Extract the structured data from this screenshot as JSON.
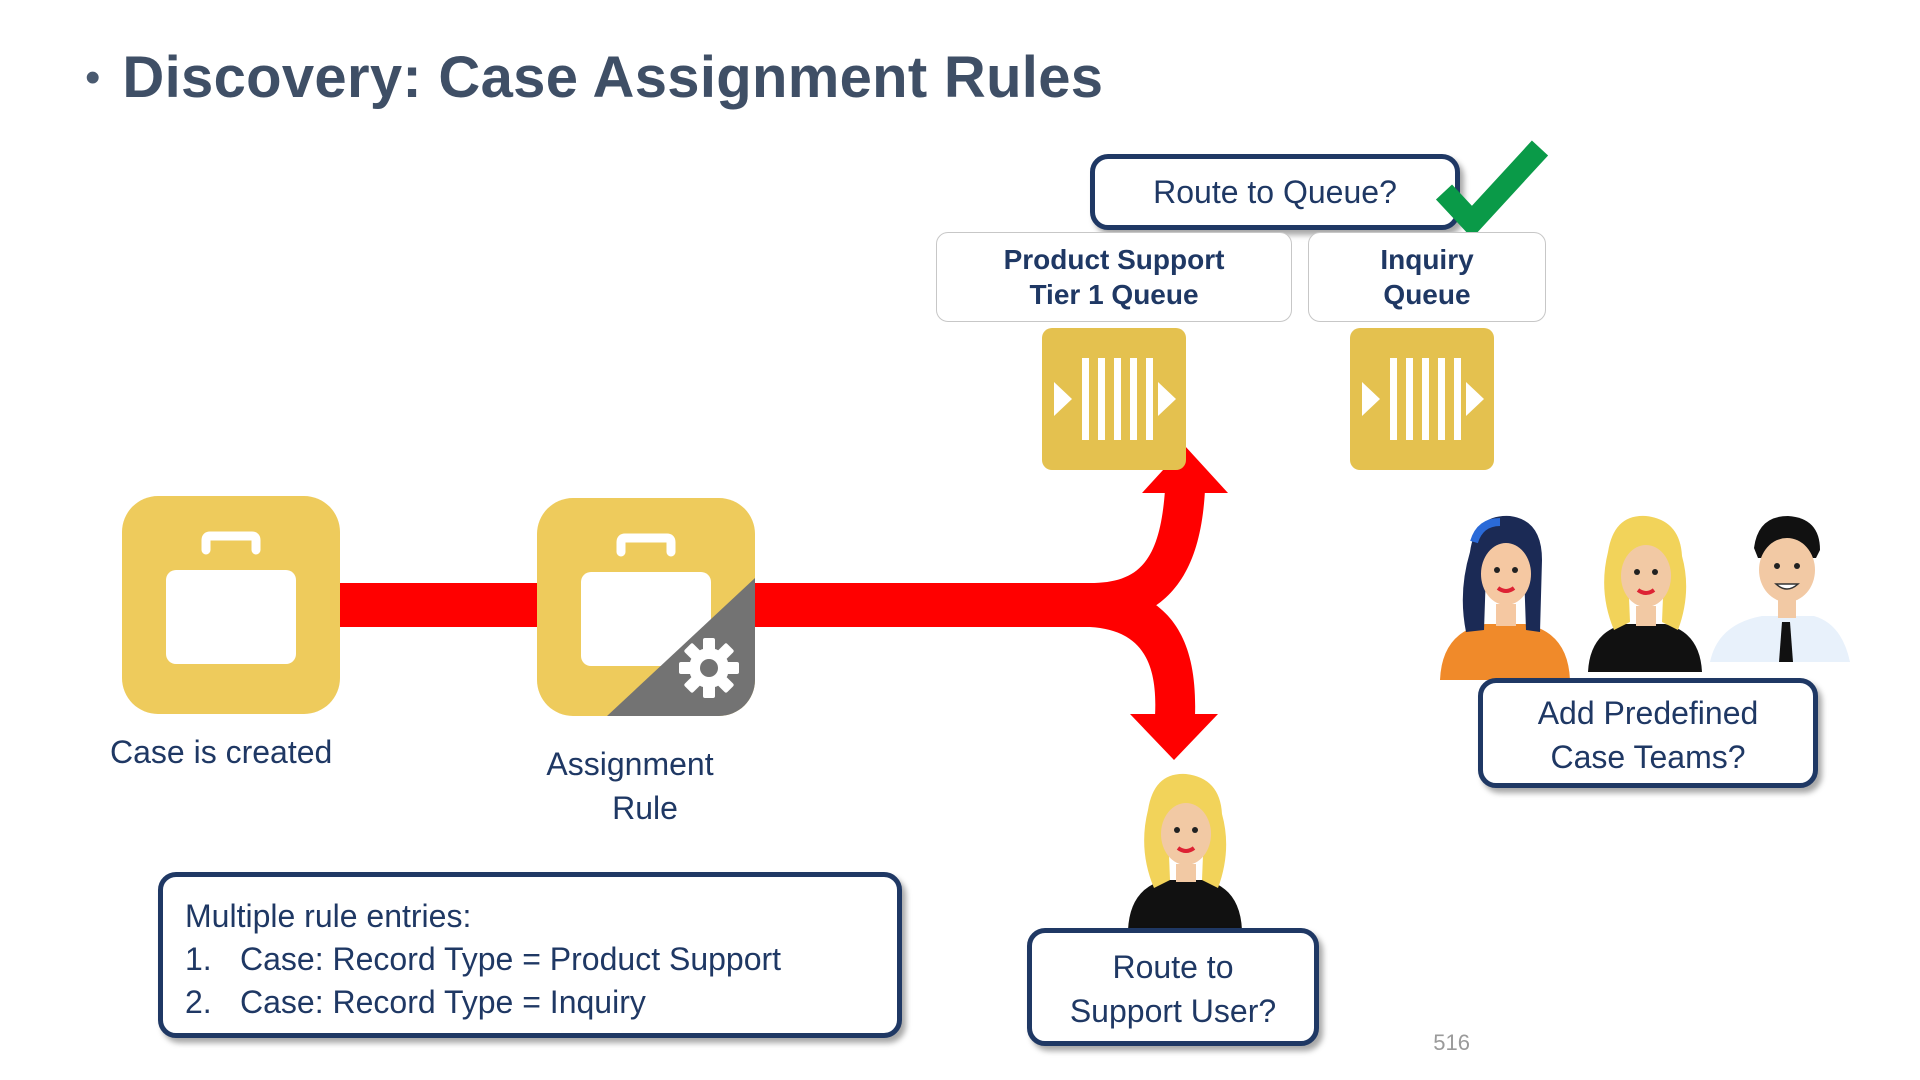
{
  "slide": {
    "bullet": "•",
    "title": "Discovery: Case Assignment Rules",
    "page_number": "516"
  },
  "nodes": {
    "case_created": "Case is created",
    "assignment_rule_line1": "Assignment",
    "assignment_rule_line2": "Rule"
  },
  "queue_decision": {
    "label": "Route to Queue?",
    "queues": [
      {
        "line1": "Product Support",
        "line2": "Tier 1 Queue"
      },
      {
        "line1": "Inquiry",
        "line2": "Queue"
      }
    ]
  },
  "user_decision": {
    "line1": "Route to",
    "line2": "Support User?"
  },
  "teams_decision": {
    "line1": "Add Predefined",
    "line2": "Case Teams?"
  },
  "rule_entries": {
    "heading": "Multiple rule entries:",
    "items": [
      {
        "num": "1.",
        "text": "Case: Record Type = Product Support"
      },
      {
        "num": "2.",
        "text": "Case: Record Type = Inquiry"
      }
    ]
  },
  "colors": {
    "flow_arrow": "#ff0000",
    "icon_gold": "#eecb5c",
    "queue_gold": "#e4c14f",
    "checkmark": "#0a9a48",
    "border_navy": "#1f3864"
  },
  "icons": {
    "case": "briefcase-icon",
    "rule": "briefcase-gear-icon",
    "queue": "queue-icon",
    "check": "checkmark-icon",
    "people": "person-avatar-icon"
  }
}
